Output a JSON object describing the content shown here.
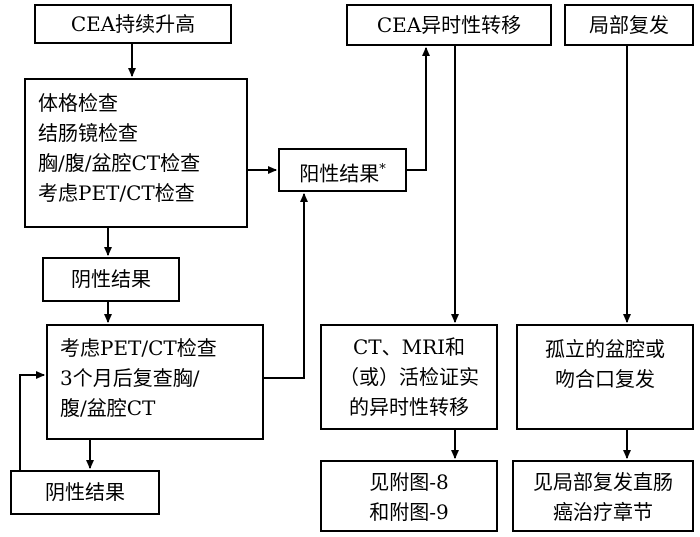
{
  "nodes": {
    "cea_rise": "CEA持续升高",
    "workup": [
      "体格检查",
      "结肠镜检查",
      "胸/腹/盆腔CT检查",
      "考虑PET/CT检查"
    ],
    "negative_1": "阴性结果",
    "recheck": [
      "考虑PET/CT检查",
      "3个月后复查胸/",
      "腹/盆腔CT"
    ],
    "negative_2": "阴性结果",
    "positive": "阳性结果",
    "positive_mark": "*",
    "metachronous": "CEA异时性转移",
    "confirmed": [
      "CT、MRI和",
      "（或）活检证实",
      "的异时性转移"
    ],
    "see_figs": [
      "见附图-8",
      "和附图-9"
    ],
    "local_recur": "局部复发",
    "isolated": [
      "孤立的盆腔或",
      "吻合口复发"
    ],
    "see_chapter": [
      "见局部复发直肠",
      "癌治疗章节"
    ]
  }
}
